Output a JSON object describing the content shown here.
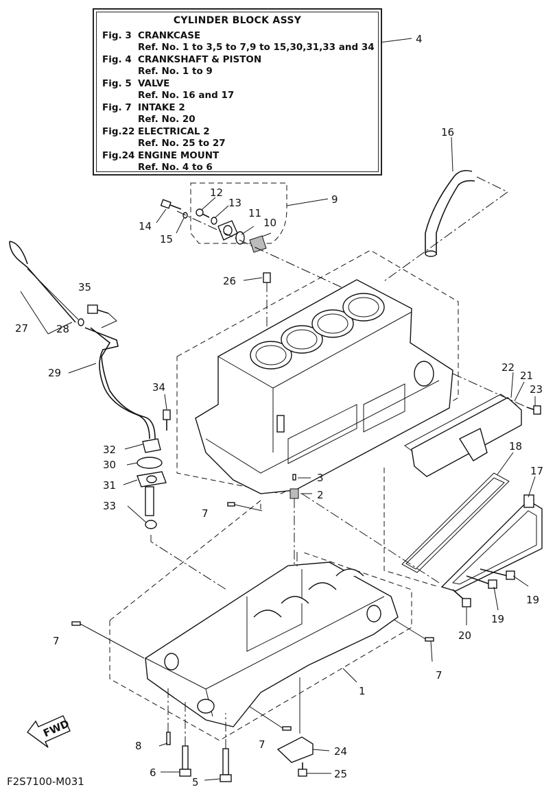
{
  "title_box": {
    "heading": "CYLINDER BLOCK ASSY",
    "rows": [
      {
        "fig": "Fig. 3",
        "name": "CRANKCASE",
        "ref": "Ref. No. 1 to 3,5 to 7,9 to 15,30,31,33 and 34"
      },
      {
        "fig": "Fig. 4",
        "name": "CRANKSHAFT & PISTON",
        "ref": "Ref. No. 1 to 9"
      },
      {
        "fig": "Fig. 5",
        "name": "VALVE",
        "ref": "Ref. No. 16 and 17"
      },
      {
        "fig": "Fig. 7",
        "name": "INTAKE 2",
        "ref": "Ref. No. 20"
      },
      {
        "fig": "Fig.22",
        "name": "ELECTRICAL 2",
        "ref": "Ref. No. 25 to 27"
      },
      {
        "fig": "Fig.24",
        "name": "ENGINE MOUNT",
        "ref": "Ref. No. 4 to 6"
      }
    ]
  },
  "callouts": {
    "c1": "1",
    "c2": "2",
    "c3": "3",
    "c4": "4",
    "c5": "5",
    "c6": "6",
    "c7a": "7",
    "c7b": "7",
    "c7c": "7",
    "c7d": "7",
    "c8": "8",
    "c9": "9",
    "c10": "10",
    "c11": "11",
    "c12": "12",
    "c13": "13",
    "c14": "14",
    "c15": "15",
    "c16": "16",
    "c17": "17",
    "c18": "18",
    "c19a": "19",
    "c19b": "19",
    "c20": "20",
    "c21": "21",
    "c22": "22",
    "c23": "23",
    "c24": "24",
    "c25": "25",
    "c26": "26",
    "c27": "27",
    "c28": "28",
    "c29": "29",
    "c30": "30",
    "c31": "31",
    "c32": "32",
    "c33": "33",
    "c34": "34",
    "c35": "35"
  },
  "fwd_label": "FWD",
  "drawing_code": "F2S7100-M031"
}
